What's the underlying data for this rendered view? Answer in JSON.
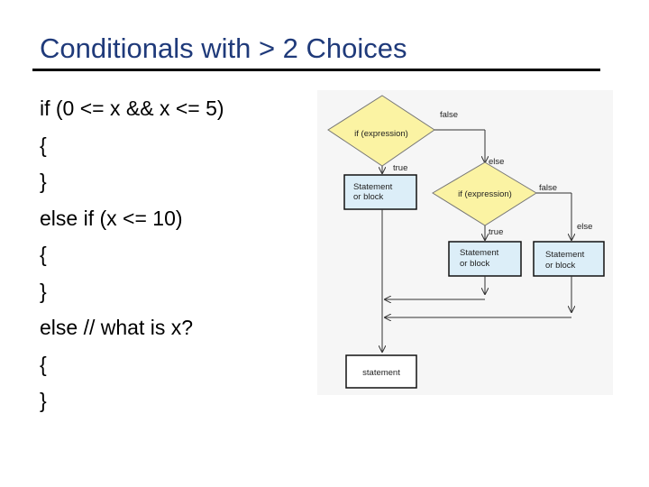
{
  "slide": {
    "title": "Conditionals with > 2 Choices",
    "code_lines": [
      "if (0 <= x && x <= 5)",
      "{",
      "}",
      "else if (x <= 10)",
      "{",
      "}",
      "else // what is x?",
      "{",
      "}"
    ]
  },
  "flowchart": {
    "decision_1": "if (expression)",
    "decision_2": "if (expression)",
    "statement_1": [
      "Statement",
      "or block"
    ],
    "statement_2": [
      "Statement",
      "or block"
    ],
    "statement_3": [
      "Statement",
      "or block"
    ],
    "final_statement": "statement",
    "labels": {
      "false_1": "false",
      "true_1": "true",
      "else_1": "else",
      "false_2": "false",
      "true_2": "true",
      "else_2": "else"
    },
    "colors": {
      "diamond_fill": "#fbf3a3",
      "box_fill": "#dceef8",
      "box_stroke": "#111111",
      "background": "#f6f6f6"
    }
  }
}
